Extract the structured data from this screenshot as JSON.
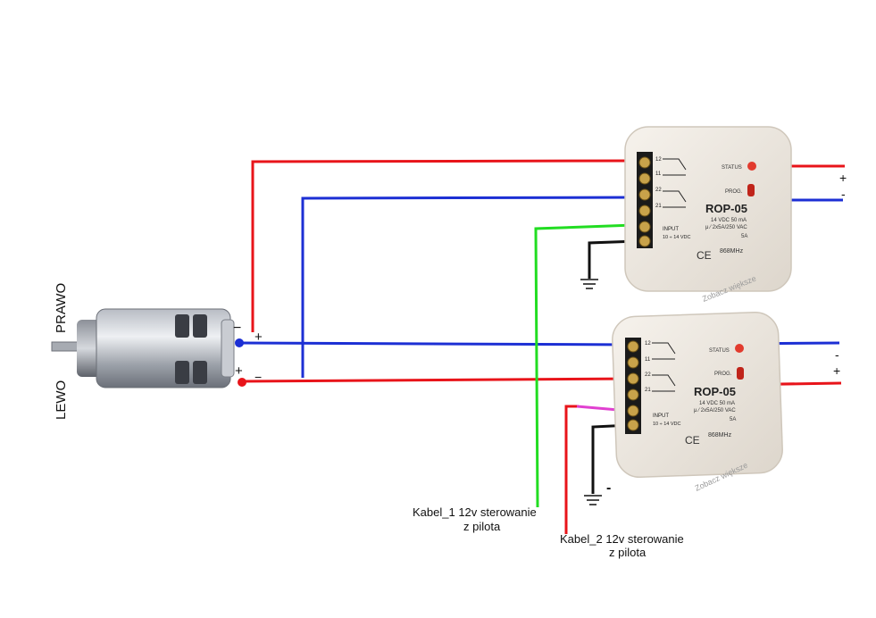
{
  "motor": {
    "label_right": "PRAWO",
    "label_left": "LEWO",
    "top_terminal_minus": "−",
    "top_terminal_plus": "+",
    "bottom_terminal_plus": "+",
    "bottom_terminal_minus": "−"
  },
  "relay_top": {
    "model": "ROP-05",
    "spec_line1": "14 VDC  50 mA",
    "spec_line2": "μ ⁄ 2x5A/250 VAC",
    "load": "5A",
    "freq": "868MHz",
    "status_label": "STATUS",
    "prog_label": "PROG.",
    "input_label": "INPUT",
    "input_range": "10 ÷ 14 VDC",
    "terminals": [
      "12",
      "11",
      "22",
      "21"
    ],
    "watermark": "Zobacz większe",
    "ce": "CE"
  },
  "relay_bottom": {
    "model": "ROP-05",
    "spec_line1": "14 VDC  50 mA",
    "spec_line2": "μ ⁄ 2x5A/250 VAC",
    "load": "5A",
    "freq": "868MHz",
    "status_label": "STATUS",
    "prog_label": "PROG.",
    "input_label": "INPUT",
    "input_range": "10 ÷ 14 VDC",
    "terminals": [
      "12",
      "11",
      "22",
      "21"
    ],
    "watermark": "Zobacz większe",
    "ce": "CE"
  },
  "supply_top": {
    "plus": "+",
    "minus": "-"
  },
  "supply_bottom": {
    "minus": "-",
    "plus": "+"
  },
  "ground_bottom_label": "-",
  "cable1": {
    "line1": "Kabel_1  12v sterowanie",
    "line2": "z pilota"
  },
  "cable2": {
    "line1": "Kabel_2  12v sterowanie",
    "line2": "z pilota"
  },
  "colors": {
    "red_wire": "#e8141a",
    "blue_wire": "#1c2fd4",
    "green_wire": "#22dd22",
    "magenta_wire": "#e040d0",
    "black_wire": "#111111",
    "relay_body": "#ece6de"
  }
}
